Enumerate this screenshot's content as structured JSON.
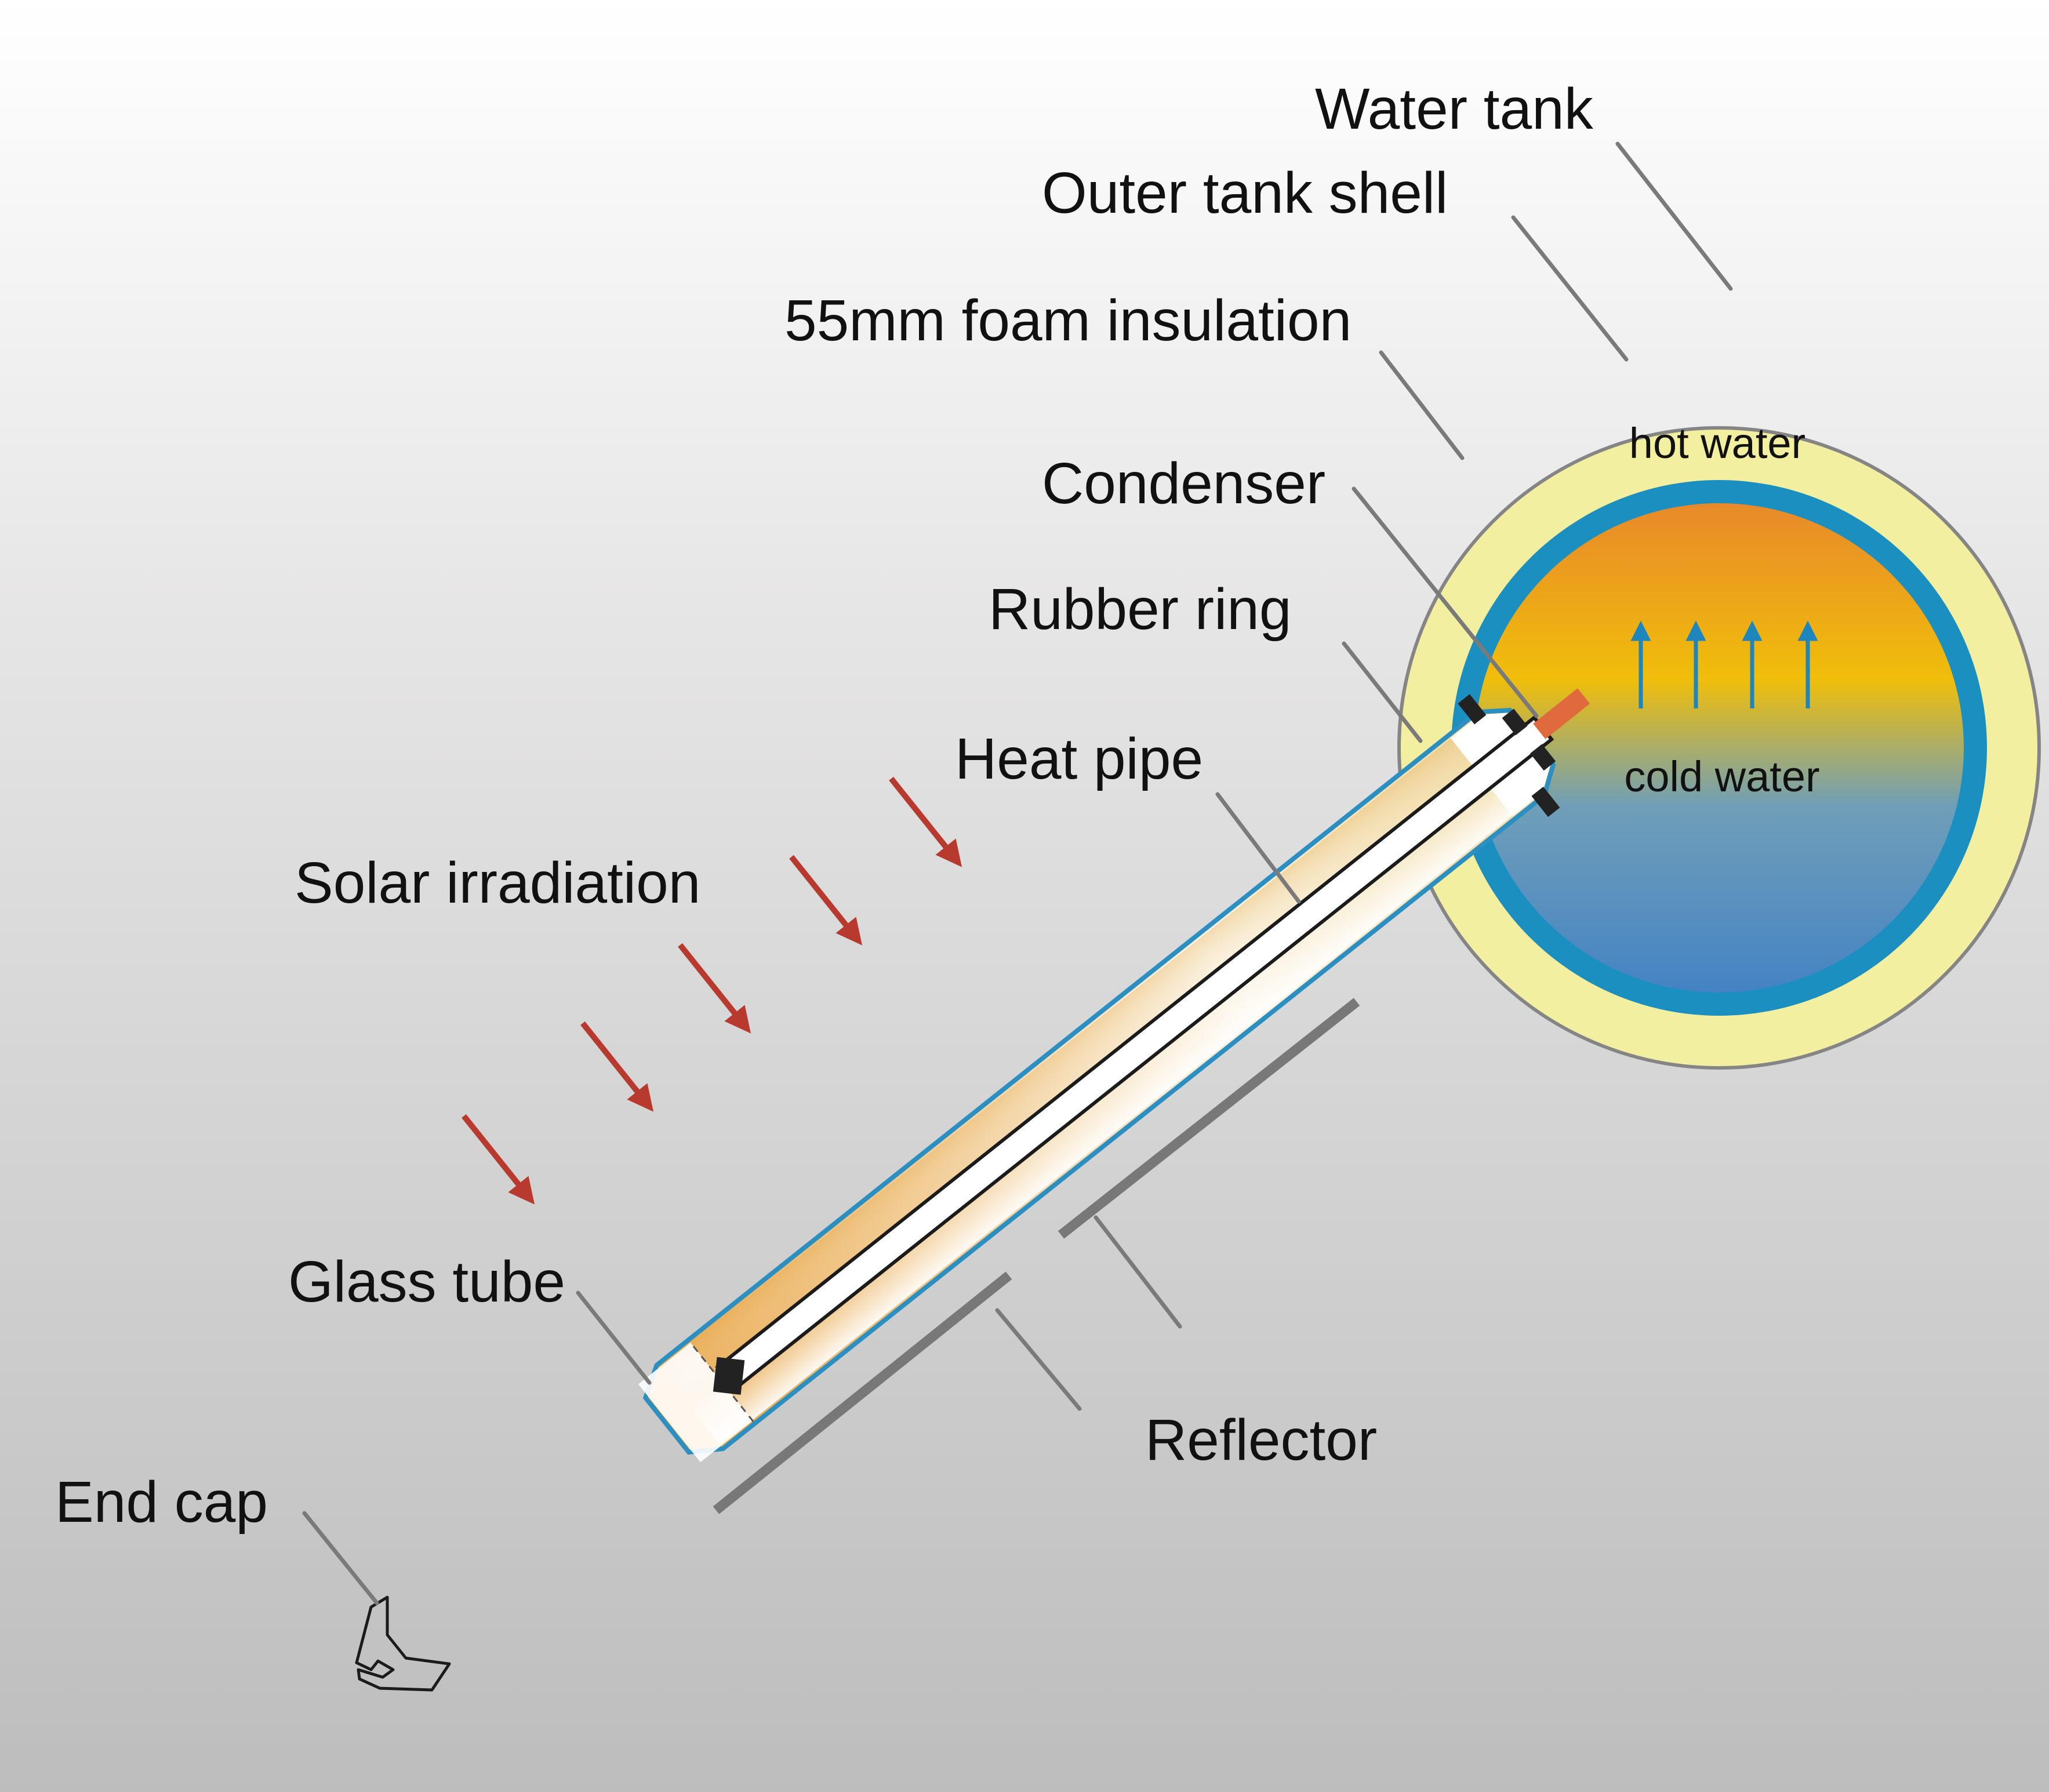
{
  "labels": {
    "water_tank": "Water tank",
    "outer_tank_shell": "Outer tank shell",
    "foam_insulation": "55mm foam insulation",
    "condenser": "Condenser",
    "rubber_ring": "Rubber ring",
    "heat_pipe": "Heat pipe",
    "solar_irradiation": "Solar irradiation",
    "glass_tube": "Glass tube",
    "end_cap": "End cap",
    "reflector": "Reflector",
    "hot_water": "hot water",
    "cold_water": "cold water"
  },
  "colors": {
    "insulation": "#f3efa0",
    "tank_shell": "#1a8fc0",
    "hot_water": "#e8892a",
    "warm_water": "#f0be0a",
    "cold_water": "#4a86c4",
    "glass_outline": "#2b8fc1",
    "absorber": "#e8a444",
    "solar_arrow": "#b83a2e",
    "convection_arrow": "#1e86bd",
    "condenser_tip": "#e06a3d",
    "reflector": "#787878",
    "leader_line": "#7a7a7a"
  },
  "icons": [
    "solar-arrow-icon",
    "convection-arrow-icon"
  ]
}
